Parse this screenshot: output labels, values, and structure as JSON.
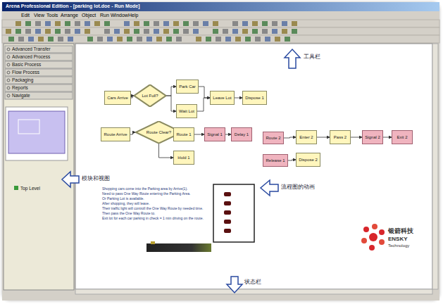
{
  "diagram": {
    "nodes": [
      {
        "text": [
          "Cars Arrive"
        ]
      },
      {
        "text": [
          "Lot Full?"
        ]
      },
      {
        "text": [
          "Park Car"
        ]
      },
      {
        "text": [
          "Wait Lot"
        ]
      },
      {
        "text": [
          "Leave Lot"
        ]
      },
      {
        "text": [
          "Dispose 1"
        ]
      },
      {
        "text": [
          "Route Arrive"
        ]
      },
      {
        "text": [
          "Route Clear?"
        ]
      },
      {
        "text": [
          "Route 1"
        ]
      },
      {
        "text": [
          "Signal 1"
        ]
      },
      {
        "text": [
          "Delay 1"
        ]
      },
      {
        "text": [
          "Route 2"
        ]
      },
      {
        "text": [
          "Enter 2"
        ]
      },
      {
        "text": [
          "Pass 2"
        ]
      },
      {
        "text": [
          "Signal 2"
        ]
      },
      {
        "text": [
          "Exit 2"
        ]
      },
      {
        "text": [
          "Hold 1"
        ]
      },
      {
        "text": [
          "Release 1"
        ]
      },
      {
        "text": [
          "Dispose 2"
        ]
      }
    ],
    "edges": [
      {
        "from": 0,
        "to": 1,
        "arrow": "to"
      },
      {
        "from": 1,
        "to": 2,
        "arrow": "to"
      },
      {
        "from": 1,
        "to": 3,
        "arrow": "to"
      },
      {
        "from": 2,
        "to": 4,
        "arrow": "to"
      },
      {
        "from": 3,
        "to": 4,
        "arrow": "to"
      },
      {
        "from": 4,
        "to": 5,
        "arrow": "to"
      },
      {
        "from": 6,
        "to": 7,
        "arrow": "to"
      },
      {
        "from": 7,
        "to": 8,
        "arrow": "to"
      },
      {
        "from": 8,
        "to": 9,
        "arrow": "to"
      },
      {
        "from": 9,
        "to": 10,
        "arrow": "to"
      },
      {
        "from": 7,
        "to": 16,
        "arrow": "to"
      },
      {
        "from": 11,
        "to": 12,
        "arrow": "to"
      },
      {
        "from": 12,
        "to": 13,
        "arrow": "to"
      },
      {
        "from": 13,
        "to": 14,
        "arrow": "to"
      },
      {
        "from": 14,
        "to": 15,
        "arrow": "to"
      },
      {
        "from": 17,
        "to": 18,
        "arrow": "to"
      }
    ],
    "labels": [
      "Arena Professional Edition - [parking lot.doe - Run Mode]",
      "Edit",
      "View",
      "Tools",
      "Arrange",
      "Object",
      "Run",
      "Window",
      "Help",
      "Advanced Transfer",
      "Advanced Process",
      "Basic Process",
      "Flow Process",
      "Packaging",
      "Reports",
      "Navigate",
      "Top Level",
      "工具栏",
      "模块和视图",
      "流程图的动画",
      "状态栏",
      "Shopping cars come into the Parking area by Arrive(1).",
      "Need to pass One Way Route entering the Parking Area.",
      "Or Parking Lot is available.",
      "After shopping, they will leave.",
      "Their traffic light will controll the One Way Route by needed time.",
      "Then pass the One Way Route to.",
      "Exit lot for each car parking in check = 1 min driving on the route.",
      "银箭科技",
      "ENSKY",
      "Technology"
    ]
  }
}
